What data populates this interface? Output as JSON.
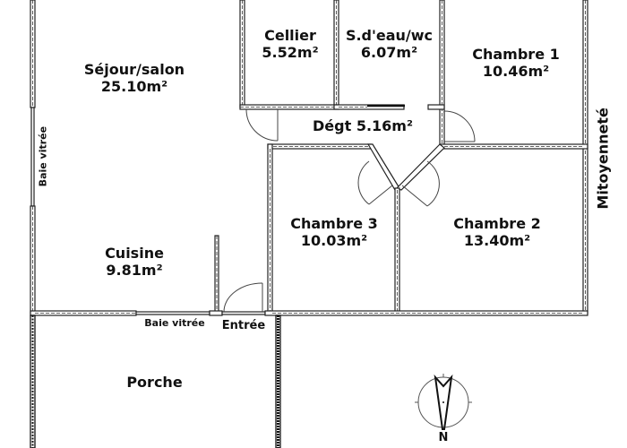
{
  "floor_plan": {
    "rooms": [
      {
        "id": "sejour",
        "name": "Séjour/salon",
        "area": "25.10m²"
      },
      {
        "id": "cellier",
        "name": "Cellier",
        "area": "5.52m²"
      },
      {
        "id": "sdeau",
        "name": "S.d'eau/wc",
        "area": "6.07m²"
      },
      {
        "id": "chambre1",
        "name": "Chambre 1",
        "area": "10.46m²"
      },
      {
        "id": "degt",
        "name": "Dégt 5.16m²"
      },
      {
        "id": "chambre3",
        "name": "Chambre 3",
        "area": "10.03m²"
      },
      {
        "id": "chambre2",
        "name": "Chambre 2",
        "area": "13.40m²"
      },
      {
        "id": "cuisine",
        "name": "Cuisine",
        "area": "9.81m²"
      },
      {
        "id": "porche",
        "name": "Porche"
      }
    ],
    "annotations": {
      "baie_vitree_left": "Baie vitrée",
      "baie_vitree_bottom": "Baie vitrée",
      "entree": "Entrée",
      "mitoyennete": "Mitoyenneté"
    },
    "compass": {
      "label": "N"
    }
  }
}
